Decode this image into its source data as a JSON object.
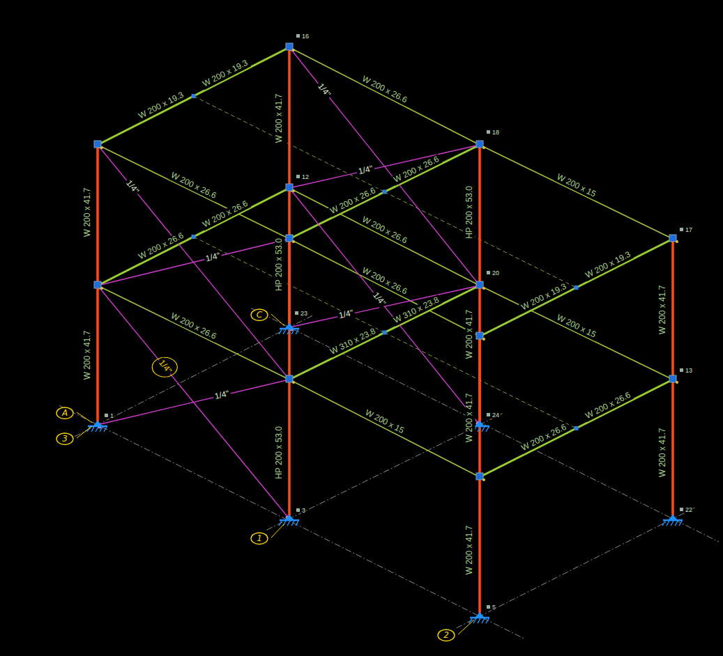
{
  "diagram": {
    "nodes": [
      {
        "text": [
          "A"
        ]
      },
      {
        "text": [
          "3"
        ]
      },
      {
        "text": [
          "C"
        ]
      },
      {
        "text": [
          "1"
        ]
      },
      {
        "text": [
          "2"
        ]
      }
    ],
    "labels": [
      "16",
      "18",
      "12",
      "20",
      "23",
      "24",
      "13",
      "17",
      "22",
      "5",
      "3",
      "1",
      "W 200 x 41.7",
      "W 200 x 41.7",
      "W 200 x 41.7",
      "HP 200 x 53.0",
      "HP 200 x 53.0",
      "W 200 x 41.7",
      "HP 200 x 53.0",
      "W 200 x 41.7",
      "W 200 x 41.7",
      "W 200 x 41.7",
      "W 200 x 41.7",
      "W 200 x 26.6",
      "W 200 x 26.6",
      "W 200 x 26.6",
      "W 200 x 15",
      "W 200 x 26.6",
      "W 200 x 15",
      "W 200 x 26.6",
      "W 200 x 15",
      "W 200 x 19.3",
      "W 200 x 19.3",
      "W 200 x 26.6",
      "W 200 x 26.6",
      "W 200 x 19.3",
      "W 200 x 19.3",
      "W 200 x 26.6",
      "W 200 x 26.6",
      "W 310 x 23.8",
      "W 310 x 23.8",
      "W 200 x 26.6",
      "W 200 x 26.6",
      "1/4\"",
      "1/4\"",
      "1/4\"",
      "1/4\"",
      "1/4\"",
      "1/4\"",
      "1/4\"",
      "1/4\""
    ]
  }
}
